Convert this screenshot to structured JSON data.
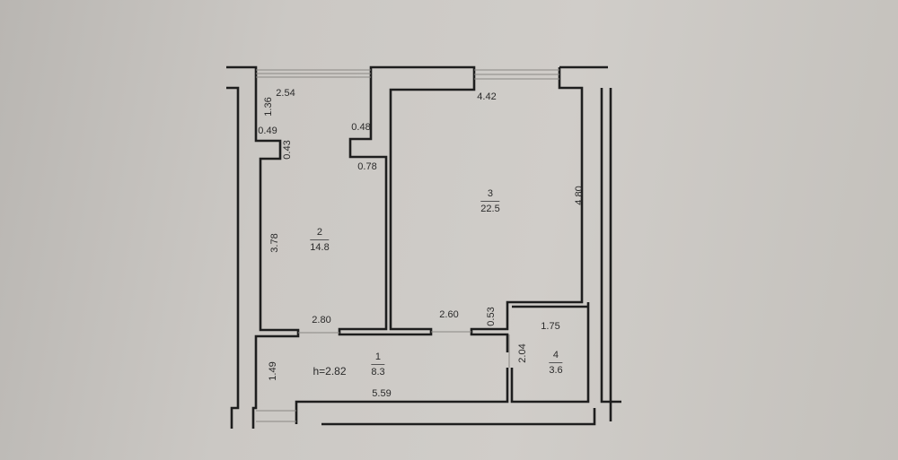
{
  "plan": {
    "ceiling_height": "h=2.82",
    "rooms": [
      {
        "number": "1",
        "area": "8.3"
      },
      {
        "number": "2",
        "area": "14.8"
      },
      {
        "number": "3",
        "area": "22.5"
      },
      {
        "number": "4",
        "area": "3.6"
      }
    ],
    "dimensions": {
      "room2_top_width": "2.54",
      "room2_top_depth": "1.36",
      "niche_left_width": "0.49",
      "niche_left_depth": "0.43",
      "niche_right_width": "0.48",
      "niche_right_depth": "0.78",
      "room2_length": "3.78",
      "room2_bottom_width": "2.80",
      "room3_width": "4.42",
      "room3_length": "4.80",
      "room3_bottom_width": "2.60",
      "room3_step": "0.53",
      "room4_width": "1.75",
      "room4_length": "2.04",
      "room1_width": "5.59",
      "room1_depth": "1.49"
    }
  }
}
